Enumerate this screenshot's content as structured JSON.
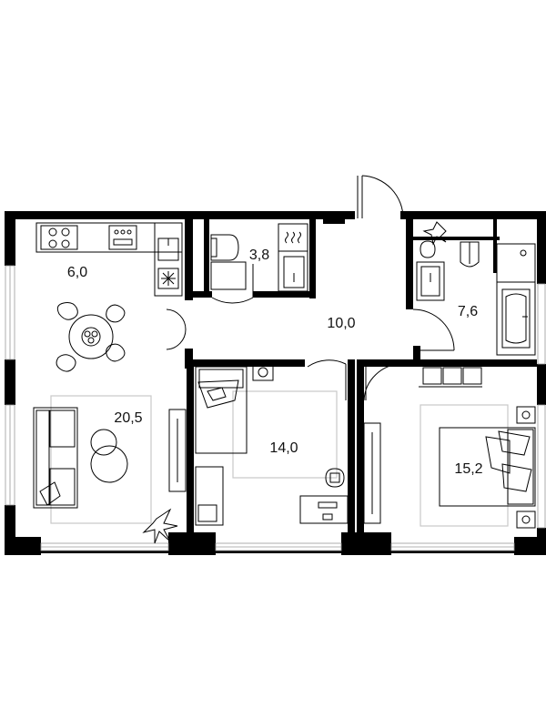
{
  "rooms": [
    {
      "id": "kitchen",
      "area": "6,0"
    },
    {
      "id": "living-room",
      "area": "20,5"
    },
    {
      "id": "toilet",
      "area": "3,8"
    },
    {
      "id": "hallway",
      "area": "10,0"
    },
    {
      "id": "bathroom",
      "area": "7,6"
    },
    {
      "id": "bedroom-1",
      "area": "14,0"
    },
    {
      "id": "bedroom-2",
      "area": "15,2"
    }
  ],
  "colors": {
    "wall": "#000000",
    "line": "#000000",
    "rug": "#c8c8c8",
    "window": "#9a9a9a",
    "background": "#ffffff"
  }
}
